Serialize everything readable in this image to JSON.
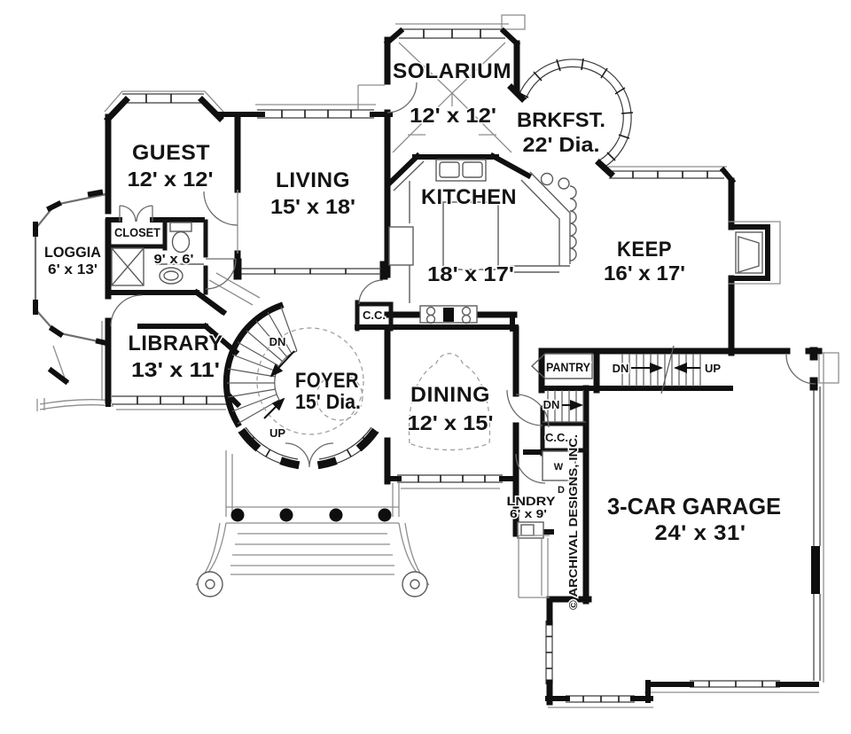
{
  "rooms": {
    "solarium": {
      "name": "SOLARIUM",
      "dims": "12' x 12'"
    },
    "breakfast": {
      "name": "BRKFST.",
      "dims": "22' Dia."
    },
    "guest": {
      "name": "GUEST",
      "dims": "12' x 12'"
    },
    "living": {
      "name": "LIVING",
      "dims": "15' x 18'"
    },
    "kitchen": {
      "name": "KITCHEN",
      "dims": "18' x 17'"
    },
    "keep": {
      "name": "KEEP",
      "dims": "16' x 17'"
    },
    "loggia": {
      "name": "LOGGIA",
      "dims": "6' x 13'"
    },
    "closet": {
      "name": "CLOSET"
    },
    "bath": {
      "dims": "9' x 6'"
    },
    "library": {
      "name": "LIBRARY",
      "dims": "13' x 11'"
    },
    "foyer": {
      "name": "FOYER",
      "dims": "15' Dia."
    },
    "dining": {
      "name": "DINING",
      "dims": "12' x 15'"
    },
    "pantry": {
      "name": "PANTRY"
    },
    "laundry": {
      "name": "LNDRY",
      "dims": "6' x 9'"
    },
    "garage": {
      "name": "3-CAR GARAGE",
      "dims": "24' x 31'"
    }
  },
  "labels": {
    "coat_closet": "C.C.",
    "down": "DN",
    "up": "UP",
    "washer": "W",
    "dryer": "D"
  },
  "copyright": "© ARCHIVAL DESIGNS, INC.",
  "colors": {
    "wall": "#101010",
    "line": "#8e8e8e",
    "text": "#141414",
    "background": "#ffffff"
  }
}
